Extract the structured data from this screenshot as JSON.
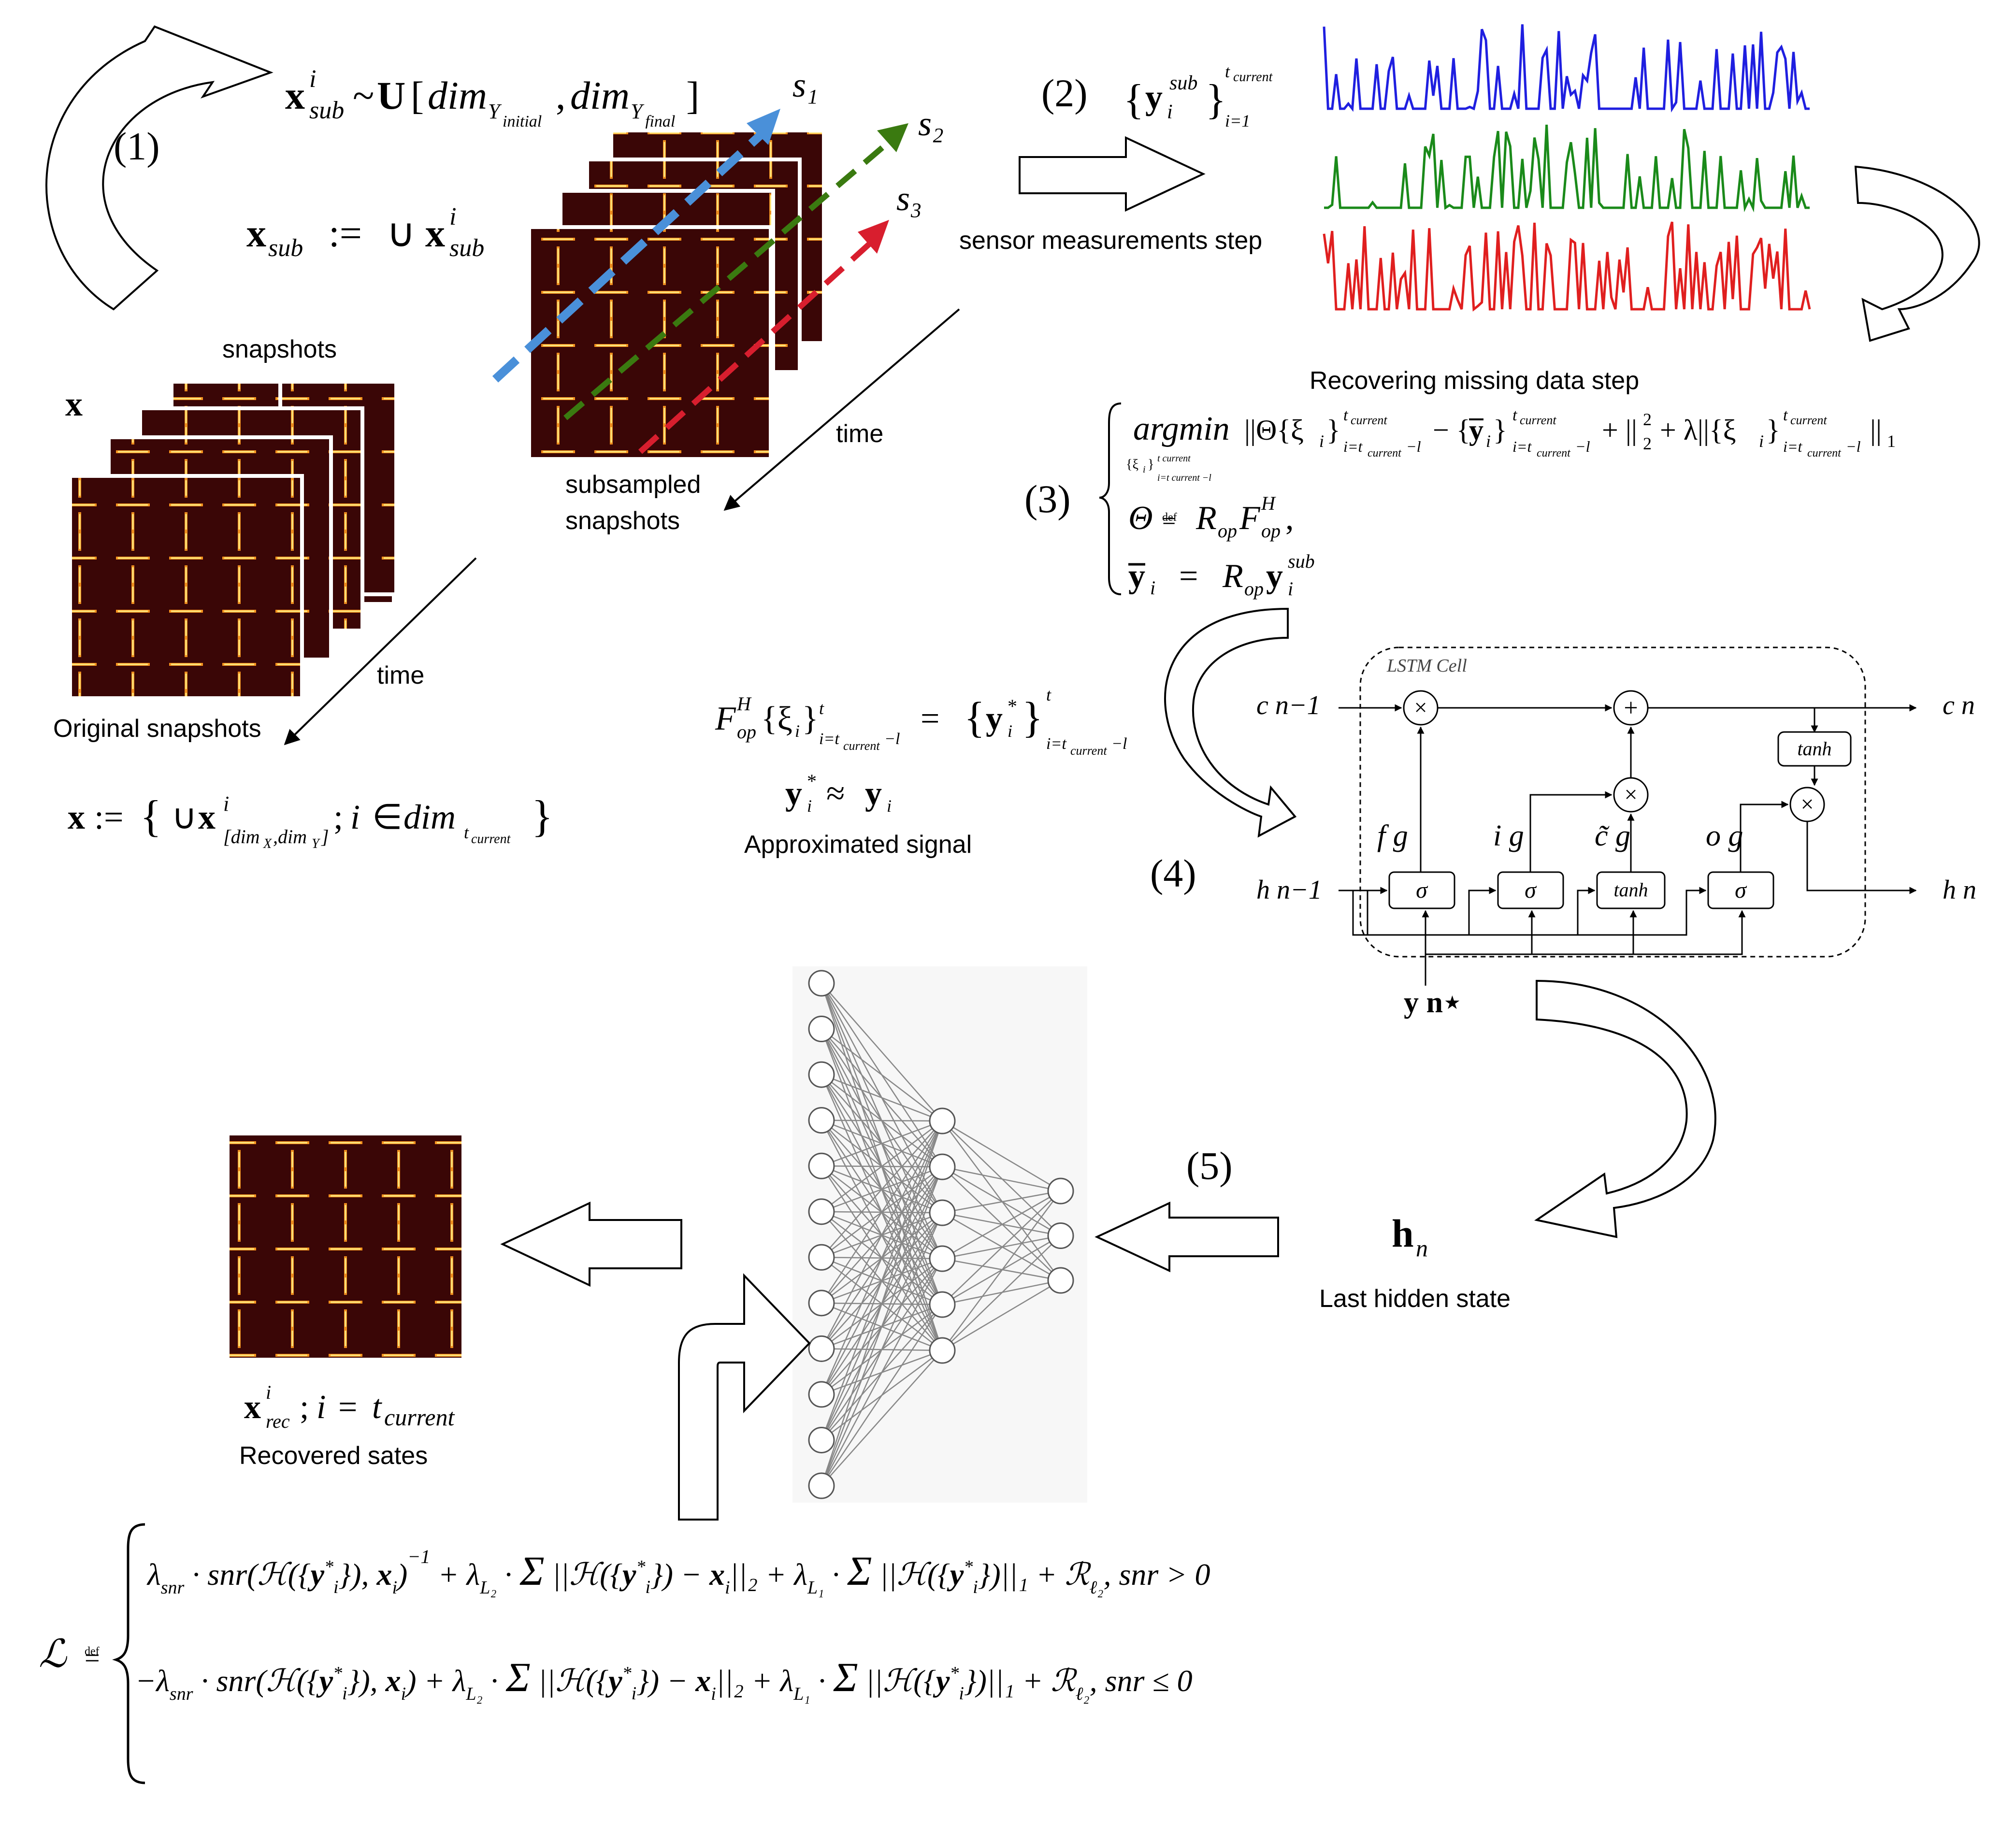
{
  "steps": {
    "s1": "(1)",
    "s2": "(2)",
    "s3": "(3)",
    "s4": "(4)",
    "s5": "(5)"
  },
  "labels": {
    "snapshots": "snapshots",
    "original_snapshots": "Original snapshots",
    "time_left": "time",
    "time_right": "time",
    "subsampled_1": "subsampled",
    "subsampled_2": "snapshots",
    "sensor_step": "sensor measurements step",
    "recovering_step": "Recovering missing data step",
    "approx_signal": "Approximated signal",
    "last_hidden": "Last hidden state",
    "recovered": "Recovered sates",
    "lstm_cell": "LSTM Cell"
  },
  "math": {
    "x_bold": "x",
    "x_sub_uniform": "xⁱₛᵤᵦ ~ U[dimΥ initial , dimΥ final ]",
    "x_sub_union": "xₛᵤᵦ := ∪ xⁱₛᵤᵦ",
    "x_def": "x := { ∪ xⁱ[dimΧ ,dimΥ]; i ∈ dim t current }",
    "sensors": [
      "s₁",
      "s₂",
      "s₃"
    ],
    "y_sub_set": "{yᵢˢᵘᵇ} i=1 .. t current",
    "argmin_line": "argmin ||Θ{ξᵢ} − {ȳᵢ} + ||₂² + λ||{ξᵢ}||₁",
    "theta_line": "Θ ≝ Rₒₚ Fᴴₒₚ,",
    "ybar_line": "ȳᵢ = Rₒₚ yᵢˢᵘᵇ",
    "fop_line": "Fᴴₒₚ{ξᵢ} = {yᵢ*}",
    "approx_line": "yᵢ* ≈ yᵢ",
    "hn": "hₙ",
    "x_rec": "xⁱᵣₑᶜ ; i = t current",
    "loss_lhs": "ℒ ≝",
    "loss_row1": "λ snr · snr(ℋ({yᵢ*}), xᵢ)⁻¹ + λ L2 · Σᵢ ||ℋ({yᵢ*}) − xᵢ||₂ + λ L1 · Σᵢ ||ℋ({yᵢ*})||₁ + ℛ ℓ₂, snr > 0",
    "loss_row2": "−λ snr · snr(ℋ({yᵢ*}), xᵢ) + λ L2 · Σᵢ ||ℋ({yᵢ*}) − xᵢ||₂ + λ L1 · Σᵢ ||ℋ({yᵢ*})||₁ + ℛ ℓ₂, snr ≤ 0"
  },
  "lstm": {
    "c_prev": "c n−1",
    "c_next": "c n",
    "h_prev": "h n−1",
    "h_next": "h n",
    "fg": "f g",
    "ig": "i g",
    "cg": "c̃ g",
    "og": "o g",
    "sigma": "σ",
    "tanh": "tanh",
    "yn": "y n⋆"
  },
  "colors": {
    "sensor1": "#1f1fe0",
    "sensor2": "#1a8a1a",
    "sensor3": "#e01f1f",
    "blue_arrow": "#4a90d9",
    "green_arrow": "#3a7a10",
    "red_arrow": "#d81e2e",
    "heat_bg": "#3a0606",
    "heat_hot": "#ffd040"
  },
  "nn": {
    "layers": [
      12,
      6,
      3
    ]
  }
}
